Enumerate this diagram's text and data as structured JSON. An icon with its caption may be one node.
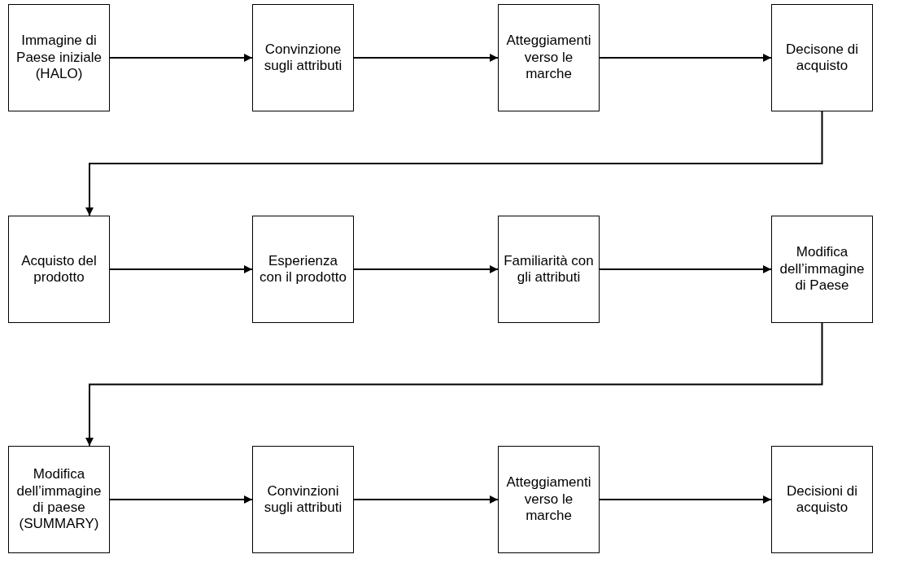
{
  "diagram": {
    "nodes": [
      {
        "text": [
          "Immagine di Paese iniziale (HALO)"
        ]
      },
      {
        "text": [
          "Convinzione sugli attributi"
        ]
      },
      {
        "text": [
          "Atteggiamenti verso le marche"
        ]
      },
      {
        "text": [
          "Decisone di acquisto"
        ]
      },
      {
        "text": [
          "Acquisto del prodotto"
        ]
      },
      {
        "text": [
          "Esperienza con il prodotto"
        ]
      },
      {
        "text": [
          "Familiarità con gli attributi"
        ]
      },
      {
        "text": [
          "Modifica dell’immagine di Paese"
        ]
      },
      {
        "text": [
          "Modifica dell’immagine di paese (SUMMARY)"
        ]
      },
      {
        "text": [
          "Convinzioni sugli attributi"
        ]
      },
      {
        "text": [
          "Atteggiamenti verso le marche"
        ]
      },
      {
        "text": [
          "Decisioni di acquisto"
        ]
      }
    ],
    "edges": [
      {
        "from": 0,
        "to": 1,
        "arrow": "to"
      },
      {
        "from": 1,
        "to": 2,
        "arrow": "to"
      },
      {
        "from": 2,
        "to": 3,
        "arrow": "to"
      },
      {
        "from": 3,
        "to": 4,
        "arrow": "to"
      },
      {
        "from": 4,
        "to": 5,
        "arrow": "to"
      },
      {
        "from": 5,
        "to": 6,
        "arrow": "to"
      },
      {
        "from": 6,
        "to": 7,
        "arrow": "to"
      },
      {
        "from": 7,
        "to": 8,
        "arrow": "to"
      },
      {
        "from": 8,
        "to": 9,
        "arrow": "to"
      },
      {
        "from": 9,
        "to": 10,
        "arrow": "to"
      },
      {
        "from": 10,
        "to": 11,
        "arrow": "to"
      }
    ]
  }
}
